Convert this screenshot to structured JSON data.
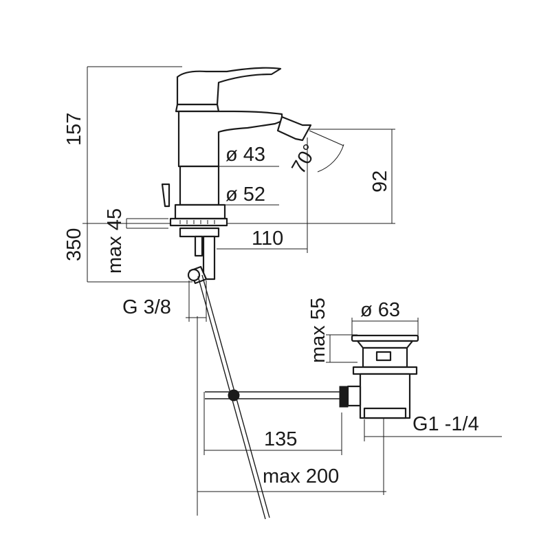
{
  "drawing": {
    "dimensions": {
      "height_total": "157",
      "depth_350": "350",
      "max_45": "max 45",
      "dia_43": "ø 43",
      "dia_52": "ø 52",
      "angle_70": "70°",
      "height_92": "92",
      "reach_110": "110",
      "thread_g38": "G 3/8",
      "max_55": "max 55",
      "dia_63": "ø 63",
      "length_135": "135",
      "thread_g114": "G1 -1/4",
      "max_200": "max 200"
    }
  }
}
